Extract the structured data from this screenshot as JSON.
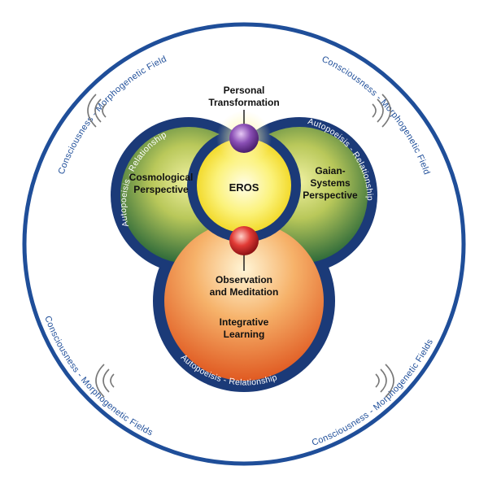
{
  "diagram": {
    "outer_ring_label": "Consciousness - Morphogenetic Fields",
    "band_label": "Autopoeisis - Relationship",
    "top_label_line1": "Personal",
    "top_label_line2": "Transformation",
    "center_label": "EROS",
    "left_label_line1": "Cosmological",
    "left_label_line2": "Perspective",
    "right_label_line1": "Gaian-",
    "right_label_line2": "Systems",
    "right_label_line3": "Perspective",
    "bottom_upper_label_line1": "Observation",
    "bottom_upper_label_line2": "and Meditation",
    "bottom_lower_label_line1": "Integrative",
    "bottom_lower_label_line2": "Learning"
  },
  "colors": {
    "navy": "#1b3a78",
    "ring_blue": "#1f4e99",
    "purple_node": "#7a3fa0",
    "red_node": "#d8282e",
    "eros_yellow": "#f5e02a",
    "green_dark": "#2f6b3a",
    "green_light": "#e6e88a",
    "orange_dark": "#e0662a",
    "orange_light": "#fff0c0"
  }
}
